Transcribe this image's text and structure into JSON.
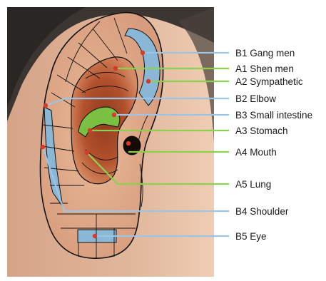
{
  "labels": [
    {
      "code": "B1",
      "name": "Gang men",
      "kind": "blue"
    },
    {
      "code": "A1",
      "name": "Shen men",
      "kind": "green"
    },
    {
      "code": "A2",
      "name": "Sympathetic",
      "kind": "green"
    },
    {
      "code": "B2",
      "name": "Elbow",
      "kind": "blue"
    },
    {
      "code": "B3",
      "name": "Small intestine",
      "kind": "blue"
    },
    {
      "code": "A3",
      "name": "Stomach",
      "kind": "green"
    },
    {
      "code": "A4",
      "name": "Mouth",
      "kind": "green"
    },
    {
      "code": "A5",
      "name": "Lung",
      "kind": "green"
    },
    {
      "code": "B4",
      "name": "Shoulder",
      "kind": "blue"
    },
    {
      "code": "B5",
      "name": "Eye",
      "kind": "blue"
    }
  ],
  "colors": {
    "blue_line": "#9cc4e4",
    "green_line": "#8bd14f",
    "point": "#d9392b",
    "blue_zone": "#8ab7d6",
    "green_zone": "#7cc043"
  }
}
